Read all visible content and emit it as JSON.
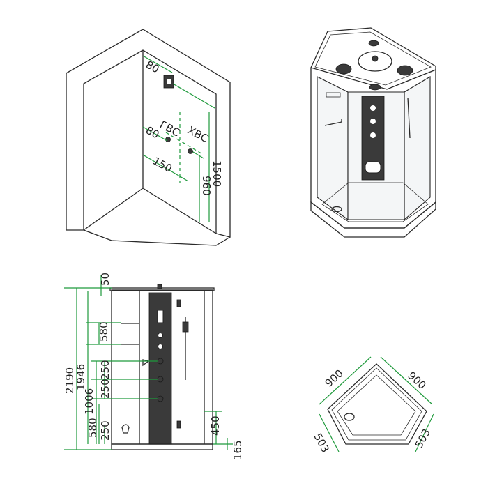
{
  "accent_color": "#1f9a3c",
  "wall_view": {
    "dim_top": "80",
    "label_hot": "ГВС",
    "label_cold": "ХВС",
    "dim_between_inlets": "80",
    "dim_inlet_spacing": "150",
    "dim_inlet_height": "960",
    "dim_control_height": "1500"
  },
  "front_view": {
    "total_height": "2190",
    "cabin_height": "1946",
    "dim_top_gap": "50",
    "dim_shelf": "580",
    "dim_upper": "1006",
    "dim_jet_1": "250",
    "dim_jet_2": "250",
    "dim_lower": "580",
    "dim_bottom_jet": "250",
    "dim_door": "450",
    "dim_tray": "165"
  },
  "plan_view": {
    "side_left": "900",
    "side_right": "900",
    "front_left": "503",
    "front_right": "503"
  }
}
